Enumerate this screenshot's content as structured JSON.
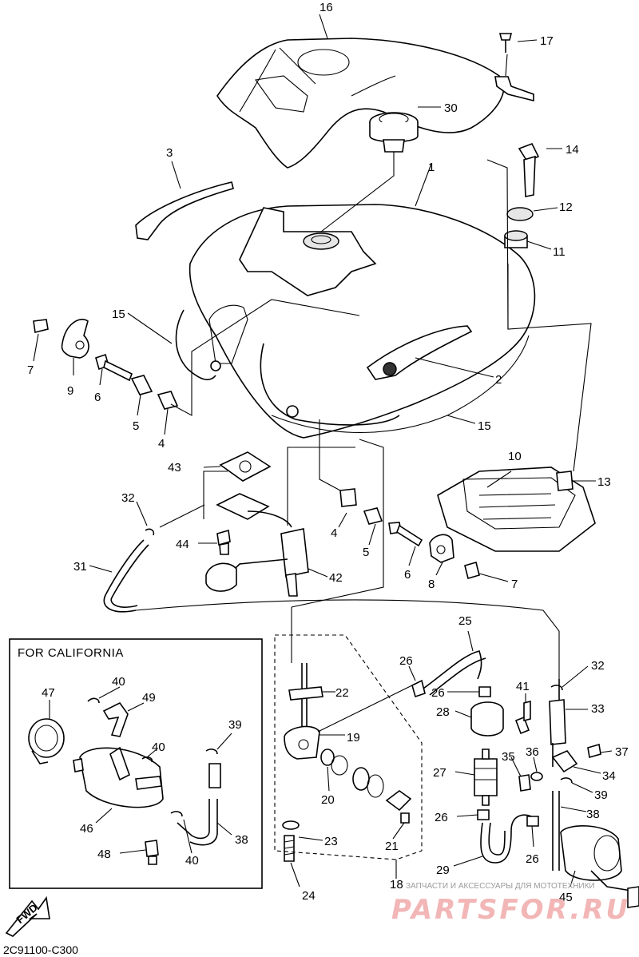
{
  "diagram": {
    "code": "2C91100-C300",
    "california_box_title": "FOR CALIFORNIA",
    "fwd_label": "FWD",
    "watermark_top": "ЗАПЧАСТИ И АКСЕССУАРЫ ДЛЯ МОТОТЕХНИКИ",
    "watermark_brand": "PARTSFOR.RU",
    "callouts": {
      "c1": "1",
      "c2": "2",
      "c3": "3",
      "c4a": "4",
      "c4b": "4",
      "c5a": "5",
      "c5b": "5",
      "c6a": "6",
      "c6b": "6",
      "c7a": "7",
      "c7b": "7",
      "c8": "8",
      "c9": "9",
      "c10": "10",
      "c11": "11",
      "c12": "12",
      "c13": "13",
      "c14": "14",
      "c15a": "15",
      "c15b": "15",
      "c16": "16",
      "c17": "17",
      "c18": "18",
      "c19": "19",
      "c20": "20",
      "c21": "21",
      "c22": "22",
      "c23": "23",
      "c24": "24",
      "c25": "25",
      "c26a": "26",
      "c26b": "26",
      "c26c": "26",
      "c26d": "26",
      "c27": "27",
      "c28": "28",
      "c29": "29",
      "c30": "30",
      "c31": "31",
      "c32a": "32",
      "c32b": "32",
      "c33": "33",
      "c34": "34",
      "c35": "35",
      "c36": "36",
      "c37": "37",
      "c38a": "38",
      "c38b": "38",
      "c39a": "39",
      "c39b": "39",
      "c40a": "40",
      "c40b": "40",
      "c40c": "40",
      "c41": "41",
      "c42": "42",
      "c43": "43",
      "c44": "44",
      "c45": "45",
      "c46": "46",
      "c47": "47",
      "c48": "48",
      "c49": "49"
    }
  }
}
